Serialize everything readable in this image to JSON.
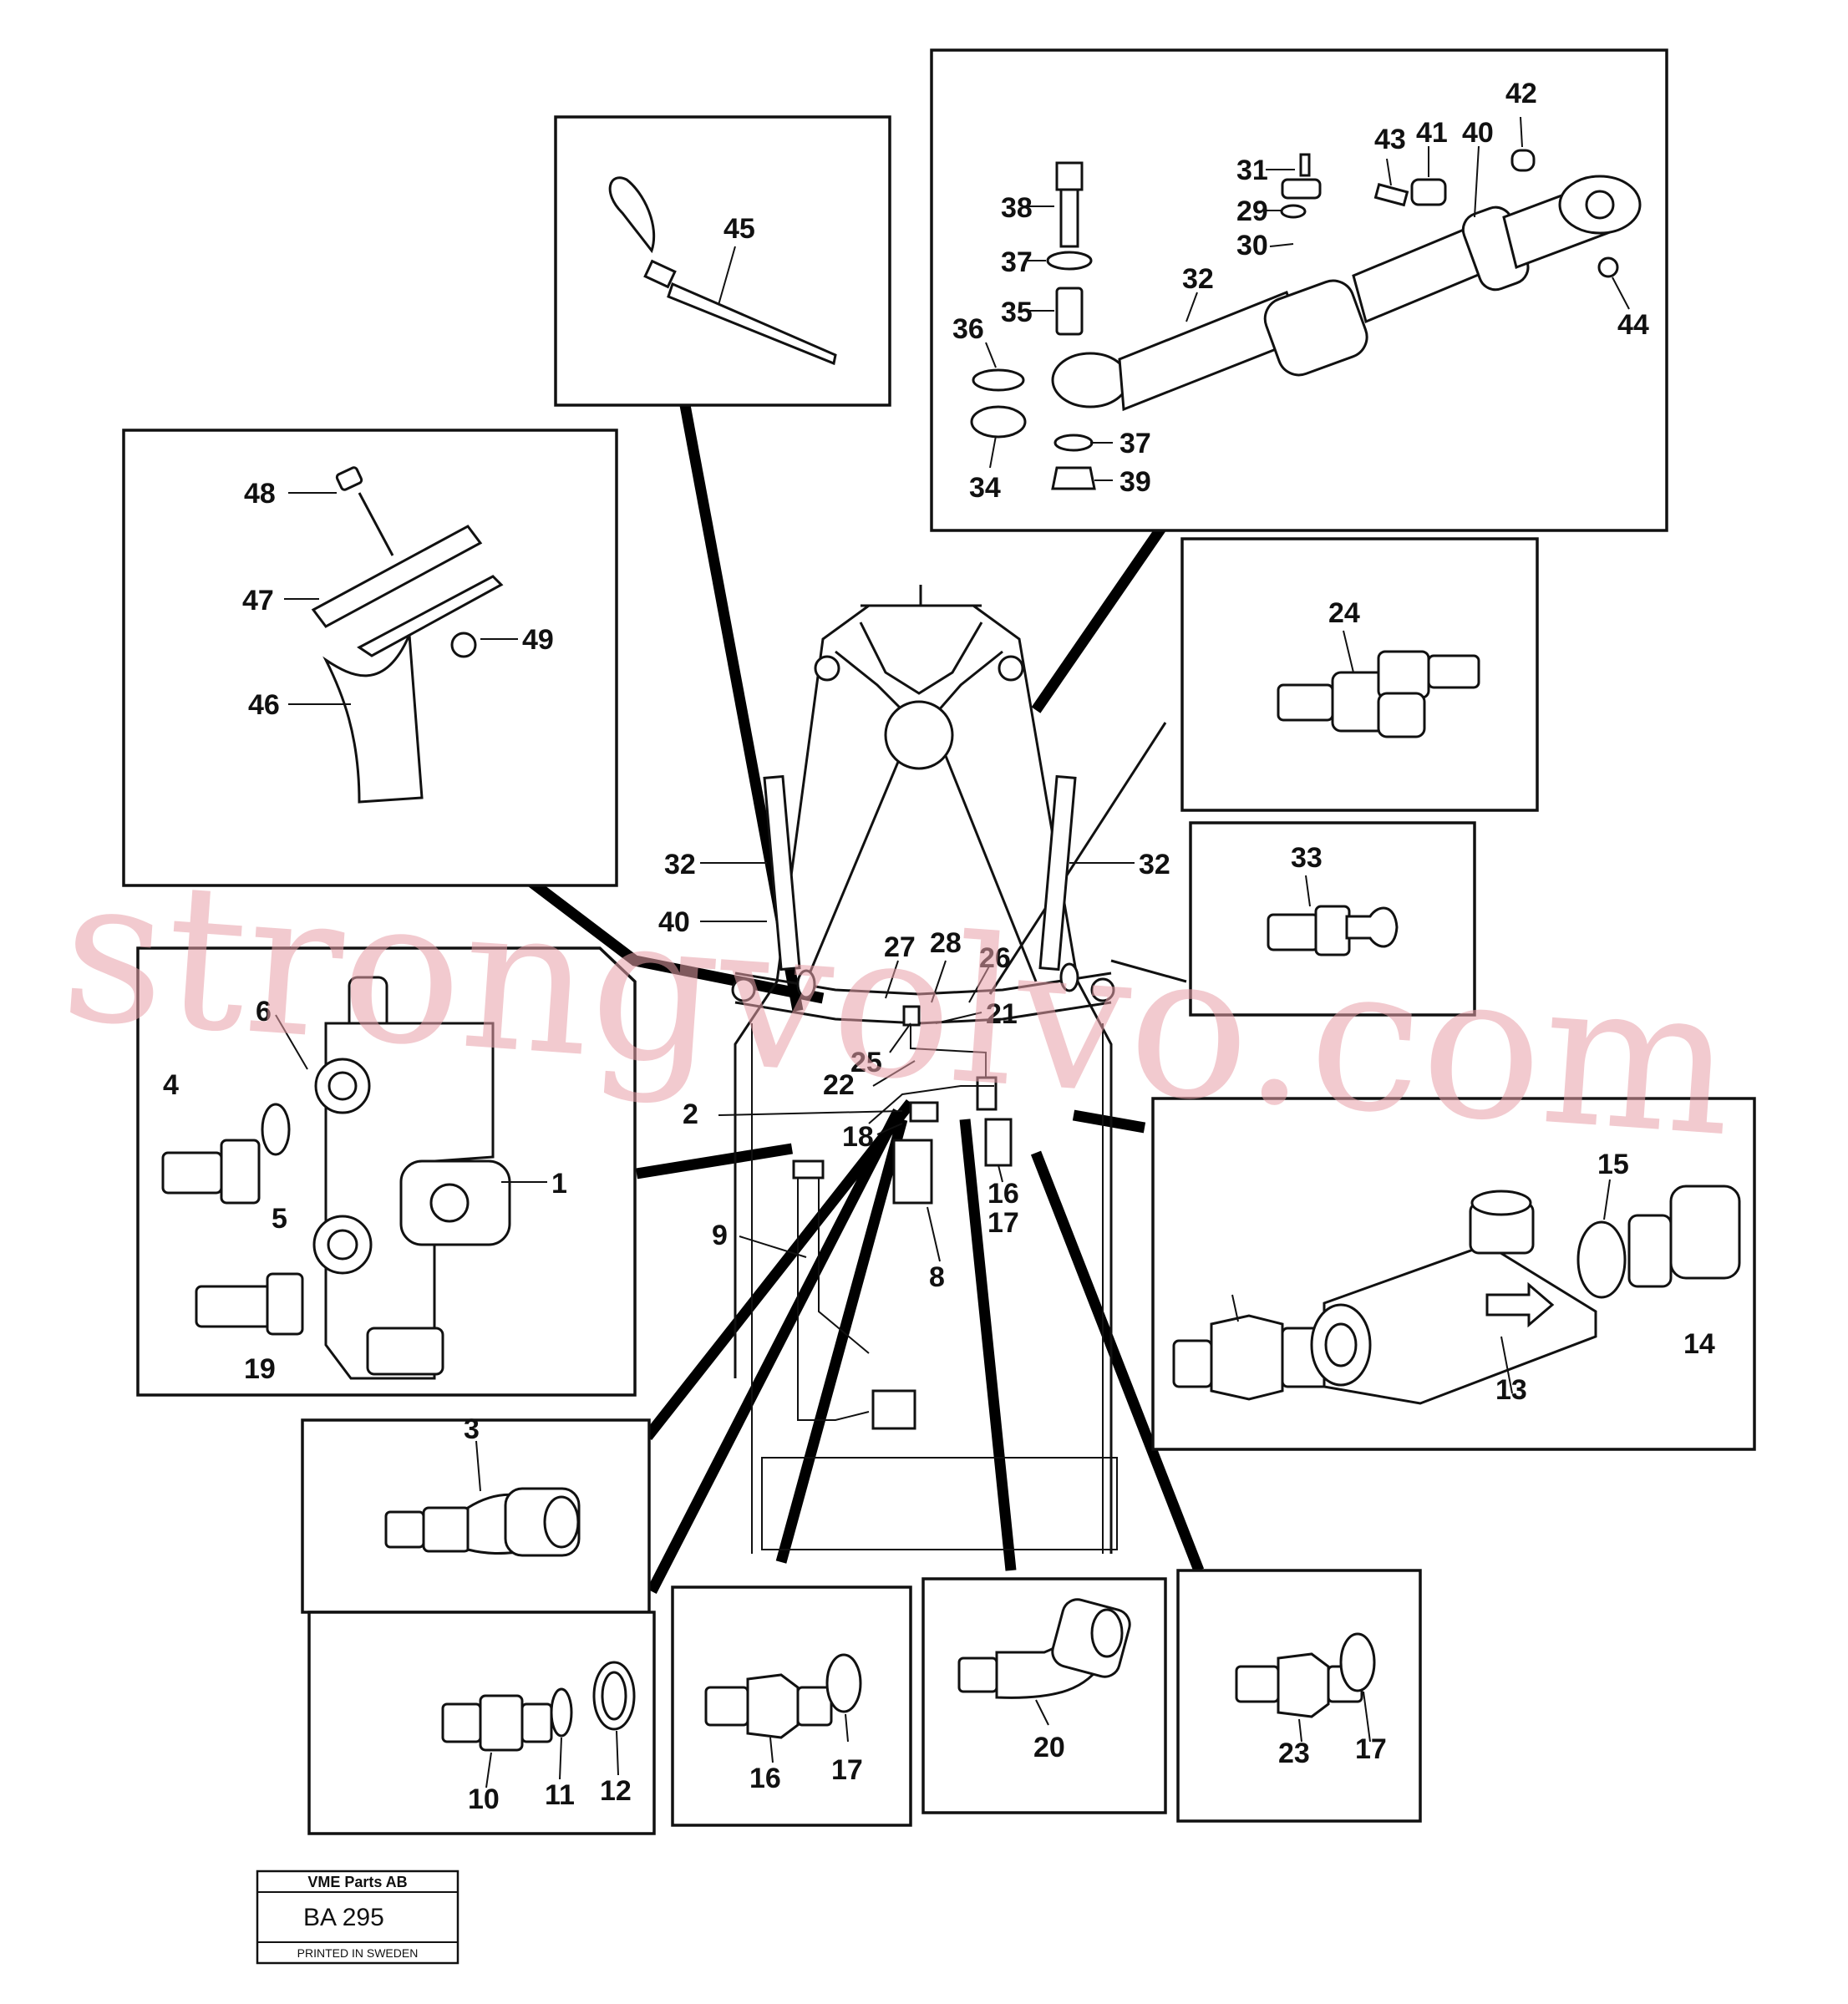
{
  "watermark": "strongvolvo.com",
  "stamp": {
    "company": "VME Parts AB",
    "code": "BA 295",
    "footer": "PRINTED IN SWEDEN"
  },
  "labels": {
    "p1": "1",
    "p2": "2",
    "p3": "3",
    "p4": "4",
    "p5": "5",
    "p6": "6",
    "p8": "8",
    "p9": "9",
    "p10": "10",
    "p11": "11",
    "p12": "12",
    "p13": "13",
    "p14": "14",
    "p15": "15",
    "p16a": "16",
    "p17a": "17",
    "p16b": "16",
    "p17b": "17",
    "p17c": "17",
    "p18": "18",
    "p19": "19",
    "p20": "20",
    "p21": "21",
    "p22": "22",
    "p23": "23",
    "p24": "24",
    "p25": "25",
    "p26": "26",
    "p27": "27",
    "p28": "28",
    "p29": "29",
    "p30": "30",
    "p31": "31",
    "p32a": "32",
    "p32b": "32",
    "p32c": "32",
    "p33": "33",
    "p34": "34",
    "p35": "35",
    "p36": "36",
    "p37a": "37",
    "p37b": "37",
    "p38": "38",
    "p39": "39",
    "p40a": "40",
    "p40b": "40",
    "p41": "41",
    "p42": "42",
    "p43": "43",
    "p44": "44",
    "p45": "45",
    "p46": "46",
    "p47": "47",
    "p48": "48",
    "p49": "49"
  }
}
